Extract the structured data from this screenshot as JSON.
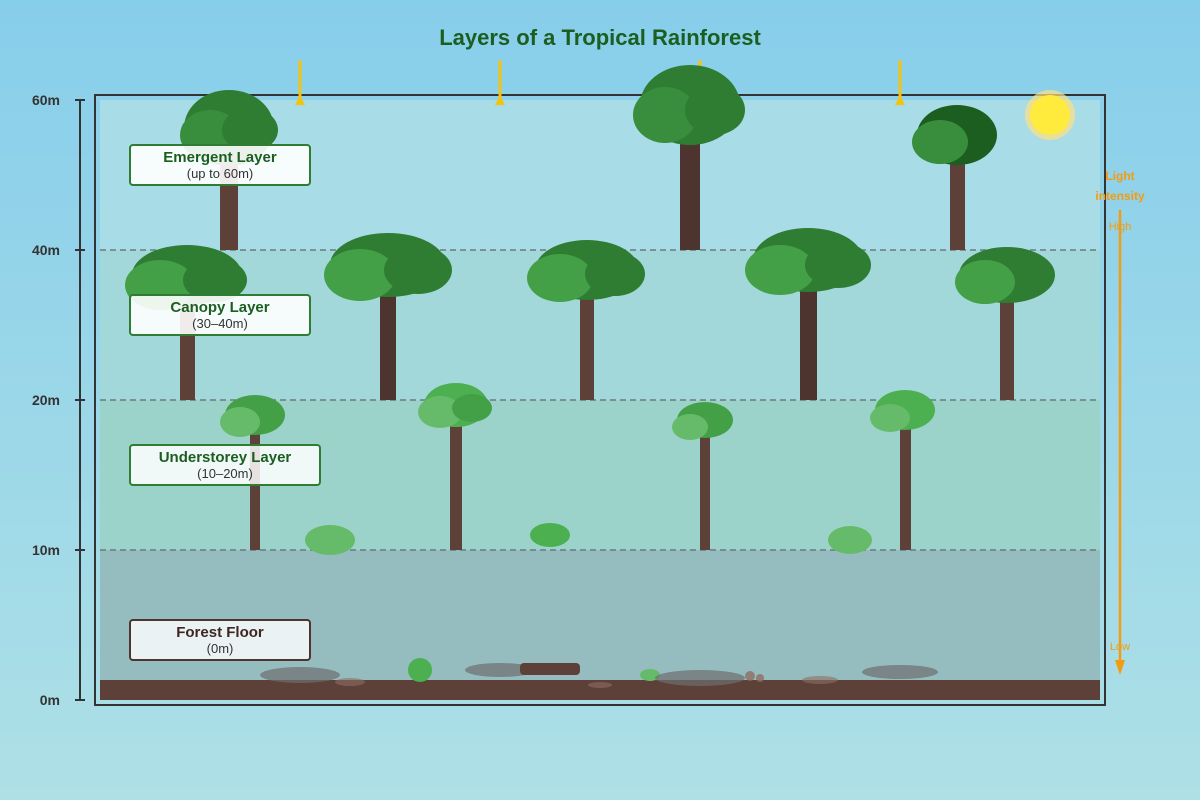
{
  "title": "Layers of a Tropical Rainforest",
  "colors": {
    "sky_top": "#87ceeb",
    "sky_bottom": "#aee0e6",
    "title": "#1b5e20",
    "light": "#f39c12",
    "sun": "#ffeb3b",
    "sunbeam": "#f1c40f",
    "trunk": "#5d4037",
    "trunk_dark": "#4e342e",
    "ground": "#5d4037",
    "layer_border": "#2e7d32"
  },
  "axis": {
    "unit": "m",
    "ticks": [
      "60m",
      "40m",
      "20m",
      "10m",
      "0m"
    ]
  },
  "layers": [
    {
      "id": "emergent",
      "name": "Emergent Layer",
      "range": "(up to 60m)"
    },
    {
      "id": "canopy",
      "name": "Canopy Layer",
      "range": "(30–40m)"
    },
    {
      "id": "understorey",
      "name": "Understorey Layer",
      "range": "(10–20m)"
    },
    {
      "id": "floor",
      "name": "Forest Floor",
      "range": "(0m)"
    }
  ],
  "light_scale": {
    "label_line1": "Light",
    "label_line2": "intensity",
    "high": "High",
    "low": "Low"
  },
  "icons": {
    "sun": "sun-icon",
    "sunbeam": "sunbeam-arrow-icon",
    "tree": "tree-icon",
    "shrub": "shrub-icon",
    "log": "fallen-log-icon",
    "rock": "rock-icon"
  }
}
